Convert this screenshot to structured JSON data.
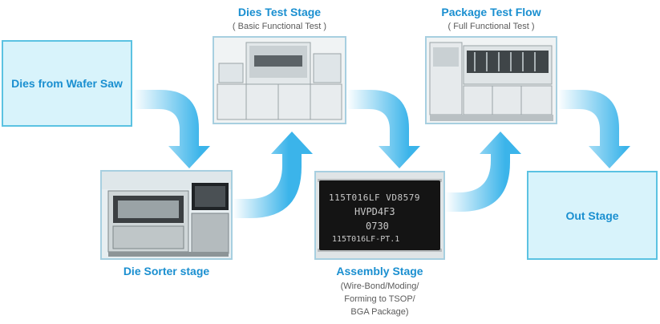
{
  "nodes": {
    "wafer_saw": {
      "label": "Dies from Wafer Saw"
    },
    "die_sorter": {
      "label": "Die Sorter stage",
      "image": "die-sorter-machine-photo"
    },
    "dies_test": {
      "label": "Dies Test Stage",
      "sub": "( Basic Functional Test )",
      "image": "test-equipment-photo"
    },
    "assembly": {
      "label": "Assembly Stage",
      "sub_lines": [
        "(Wire-Bond/Moding/",
        "Forming  to TSOP/",
        "BGA Package)"
      ],
      "image": "tsop-chip-photo",
      "chip_markings": [
        "115T016LF VD8579",
        "HVPD4F3",
        "0730",
        "115T016LF-PT.1"
      ]
    },
    "package_test": {
      "label": "Package Test Flow",
      "sub": "( Full Functional Test )",
      "image": "package-test-machine-photo"
    },
    "out_stage": {
      "label": "Out Stage"
    }
  },
  "colors": {
    "accent_text": "#1a8fd0",
    "box_fill": "#d8f3fb",
    "box_border": "#5bc2e2",
    "arrow_light": "#e4f7fd",
    "arrow_dark": "#3bb4ea"
  }
}
